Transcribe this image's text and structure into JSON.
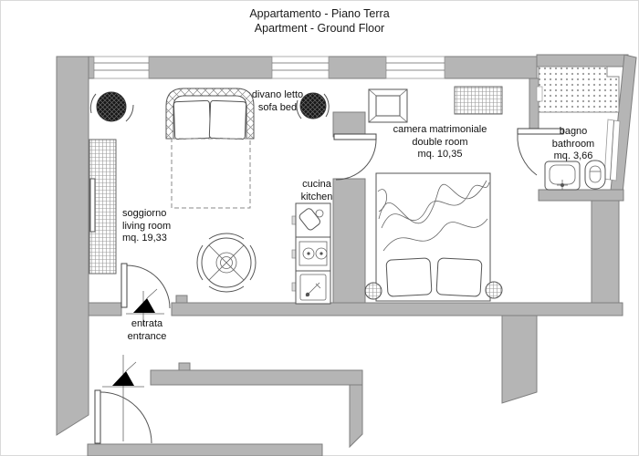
{
  "title": {
    "line1": "Appartamento - Piano Terra",
    "line2": "Apartment - Ground Floor"
  },
  "rooms": {
    "living": {
      "name_it": "soggiorno",
      "name_en": "living room",
      "area": "mq. 19,33"
    },
    "kitchen": {
      "name_it": "cucina",
      "name_en": "kitchen"
    },
    "bedroom": {
      "name_it": "camera matrimoniale",
      "name_en": "double room",
      "area": "mq. 10,35"
    },
    "bathroom": {
      "name_it": "bagno",
      "name_en": "bathroom",
      "area": "mq. 3,66"
    },
    "entrance": {
      "name_it": "entrata",
      "name_en": "entrance"
    },
    "sofa_bed": {
      "name_it": "divano letto",
      "name_en": "sofa bed"
    }
  },
  "colors": {
    "background": "#ffffff",
    "wall_fill": "#b5b5b5",
    "wall_outline": "#7e7e7e",
    "line": "#555555",
    "text": "#111111",
    "entrance_marker": "#000000"
  }
}
